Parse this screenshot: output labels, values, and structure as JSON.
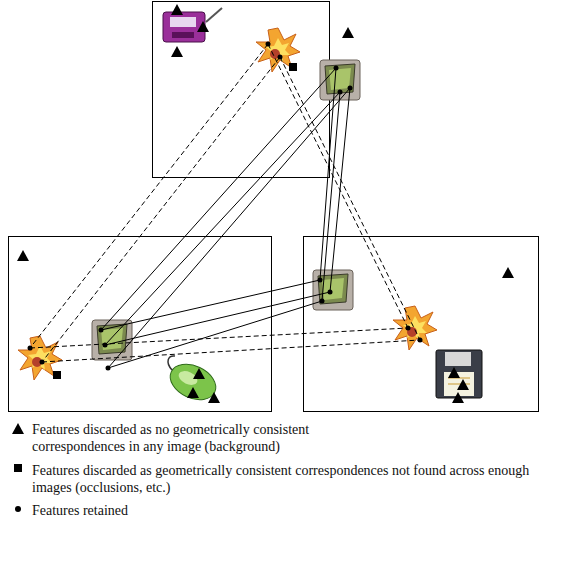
{
  "diagram": {
    "legend": [
      {
        "text": "Features discarded as no geometrically consistent correspondences in any image (background)"
      },
      {
        "text": "Features discarded as geometrically consistent correspondences not found across enough images (occlusions, etc.)"
      },
      {
        "text": "Features retained"
      }
    ]
  }
}
